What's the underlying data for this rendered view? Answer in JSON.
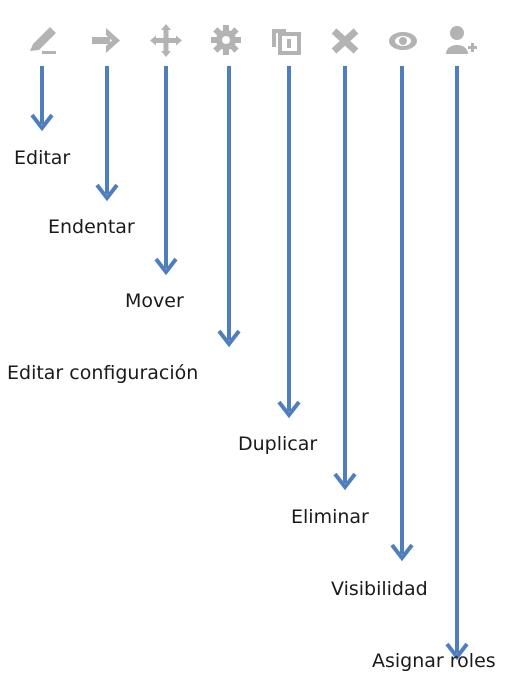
{
  "toolbar": {
    "icons": [
      {
        "name": "edit-icon",
        "label": "Editar"
      },
      {
        "name": "indent-icon",
        "label": "Endentar"
      },
      {
        "name": "move-icon",
        "label": "Mover"
      },
      {
        "name": "gear-icon",
        "label": "Editar configuración"
      },
      {
        "name": "duplicate-icon",
        "label": "Duplicar"
      },
      {
        "name": "delete-icon",
        "label": "Eliminar"
      },
      {
        "name": "eye-icon",
        "label": "Visibilidad"
      },
      {
        "name": "assign-roles-icon",
        "label": "Asignar roles"
      }
    ]
  },
  "colors": {
    "icon_gray": "#b3b3b3",
    "arrow_blue": "#4f7ebf",
    "text": "#1a1a1a"
  }
}
